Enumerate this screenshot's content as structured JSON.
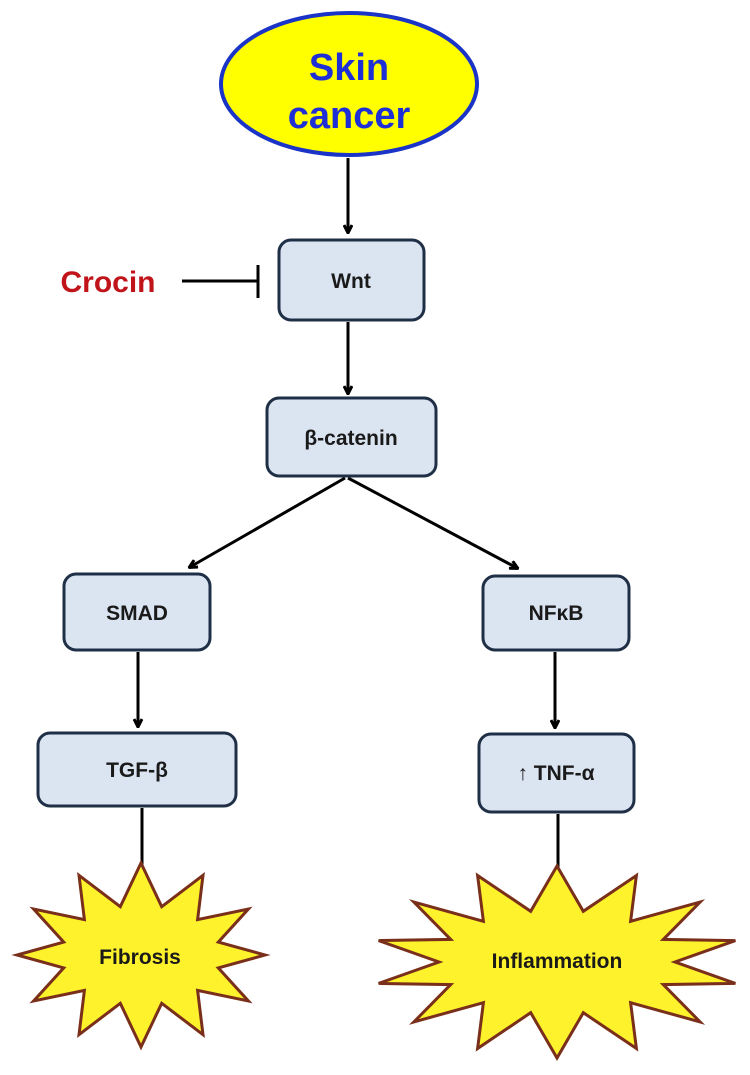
{
  "colors": {
    "ellipse_fill": "#ffff00",
    "ellipse_stroke": "#1a34c8",
    "title_text": "#1f2fd6",
    "inhibitor_text": "#c0141a",
    "box_fill": "#dbe4f1",
    "box_stroke": "#1f2f46",
    "star_fill": "#fdf22c",
    "star_stroke": "#7a2f1a"
  },
  "nodes": {
    "skin_cancer": {
      "line1": "Skin",
      "line2": "cancer"
    },
    "crocin": "Crocin",
    "wnt": "Wnt",
    "beta_catenin": "β-catenin",
    "smad": "SMAD",
    "nfkb": "NFκB",
    "tgf_beta": "TGF-β",
    "tnf_alpha": "↑ TNF-α",
    "fibrosis": "Fibrosis",
    "inflammation": "Inflammation"
  },
  "edges": [
    {
      "from": "skin_cancer",
      "to": "wnt",
      "type": "activates"
    },
    {
      "from": "crocin",
      "to": "wnt",
      "type": "inhibits"
    },
    {
      "from": "wnt",
      "to": "beta_catenin",
      "type": "activates"
    },
    {
      "from": "beta_catenin",
      "to": "smad",
      "type": "activates"
    },
    {
      "from": "beta_catenin",
      "to": "nfkb",
      "type": "activates"
    },
    {
      "from": "smad",
      "to": "tgf_beta",
      "type": "activates"
    },
    {
      "from": "nfkb",
      "to": "tnf_alpha",
      "type": "activates"
    },
    {
      "from": "tgf_beta",
      "to": "fibrosis",
      "type": "activates"
    },
    {
      "from": "tnf_alpha",
      "to": "inflammation",
      "type": "activates"
    }
  ]
}
